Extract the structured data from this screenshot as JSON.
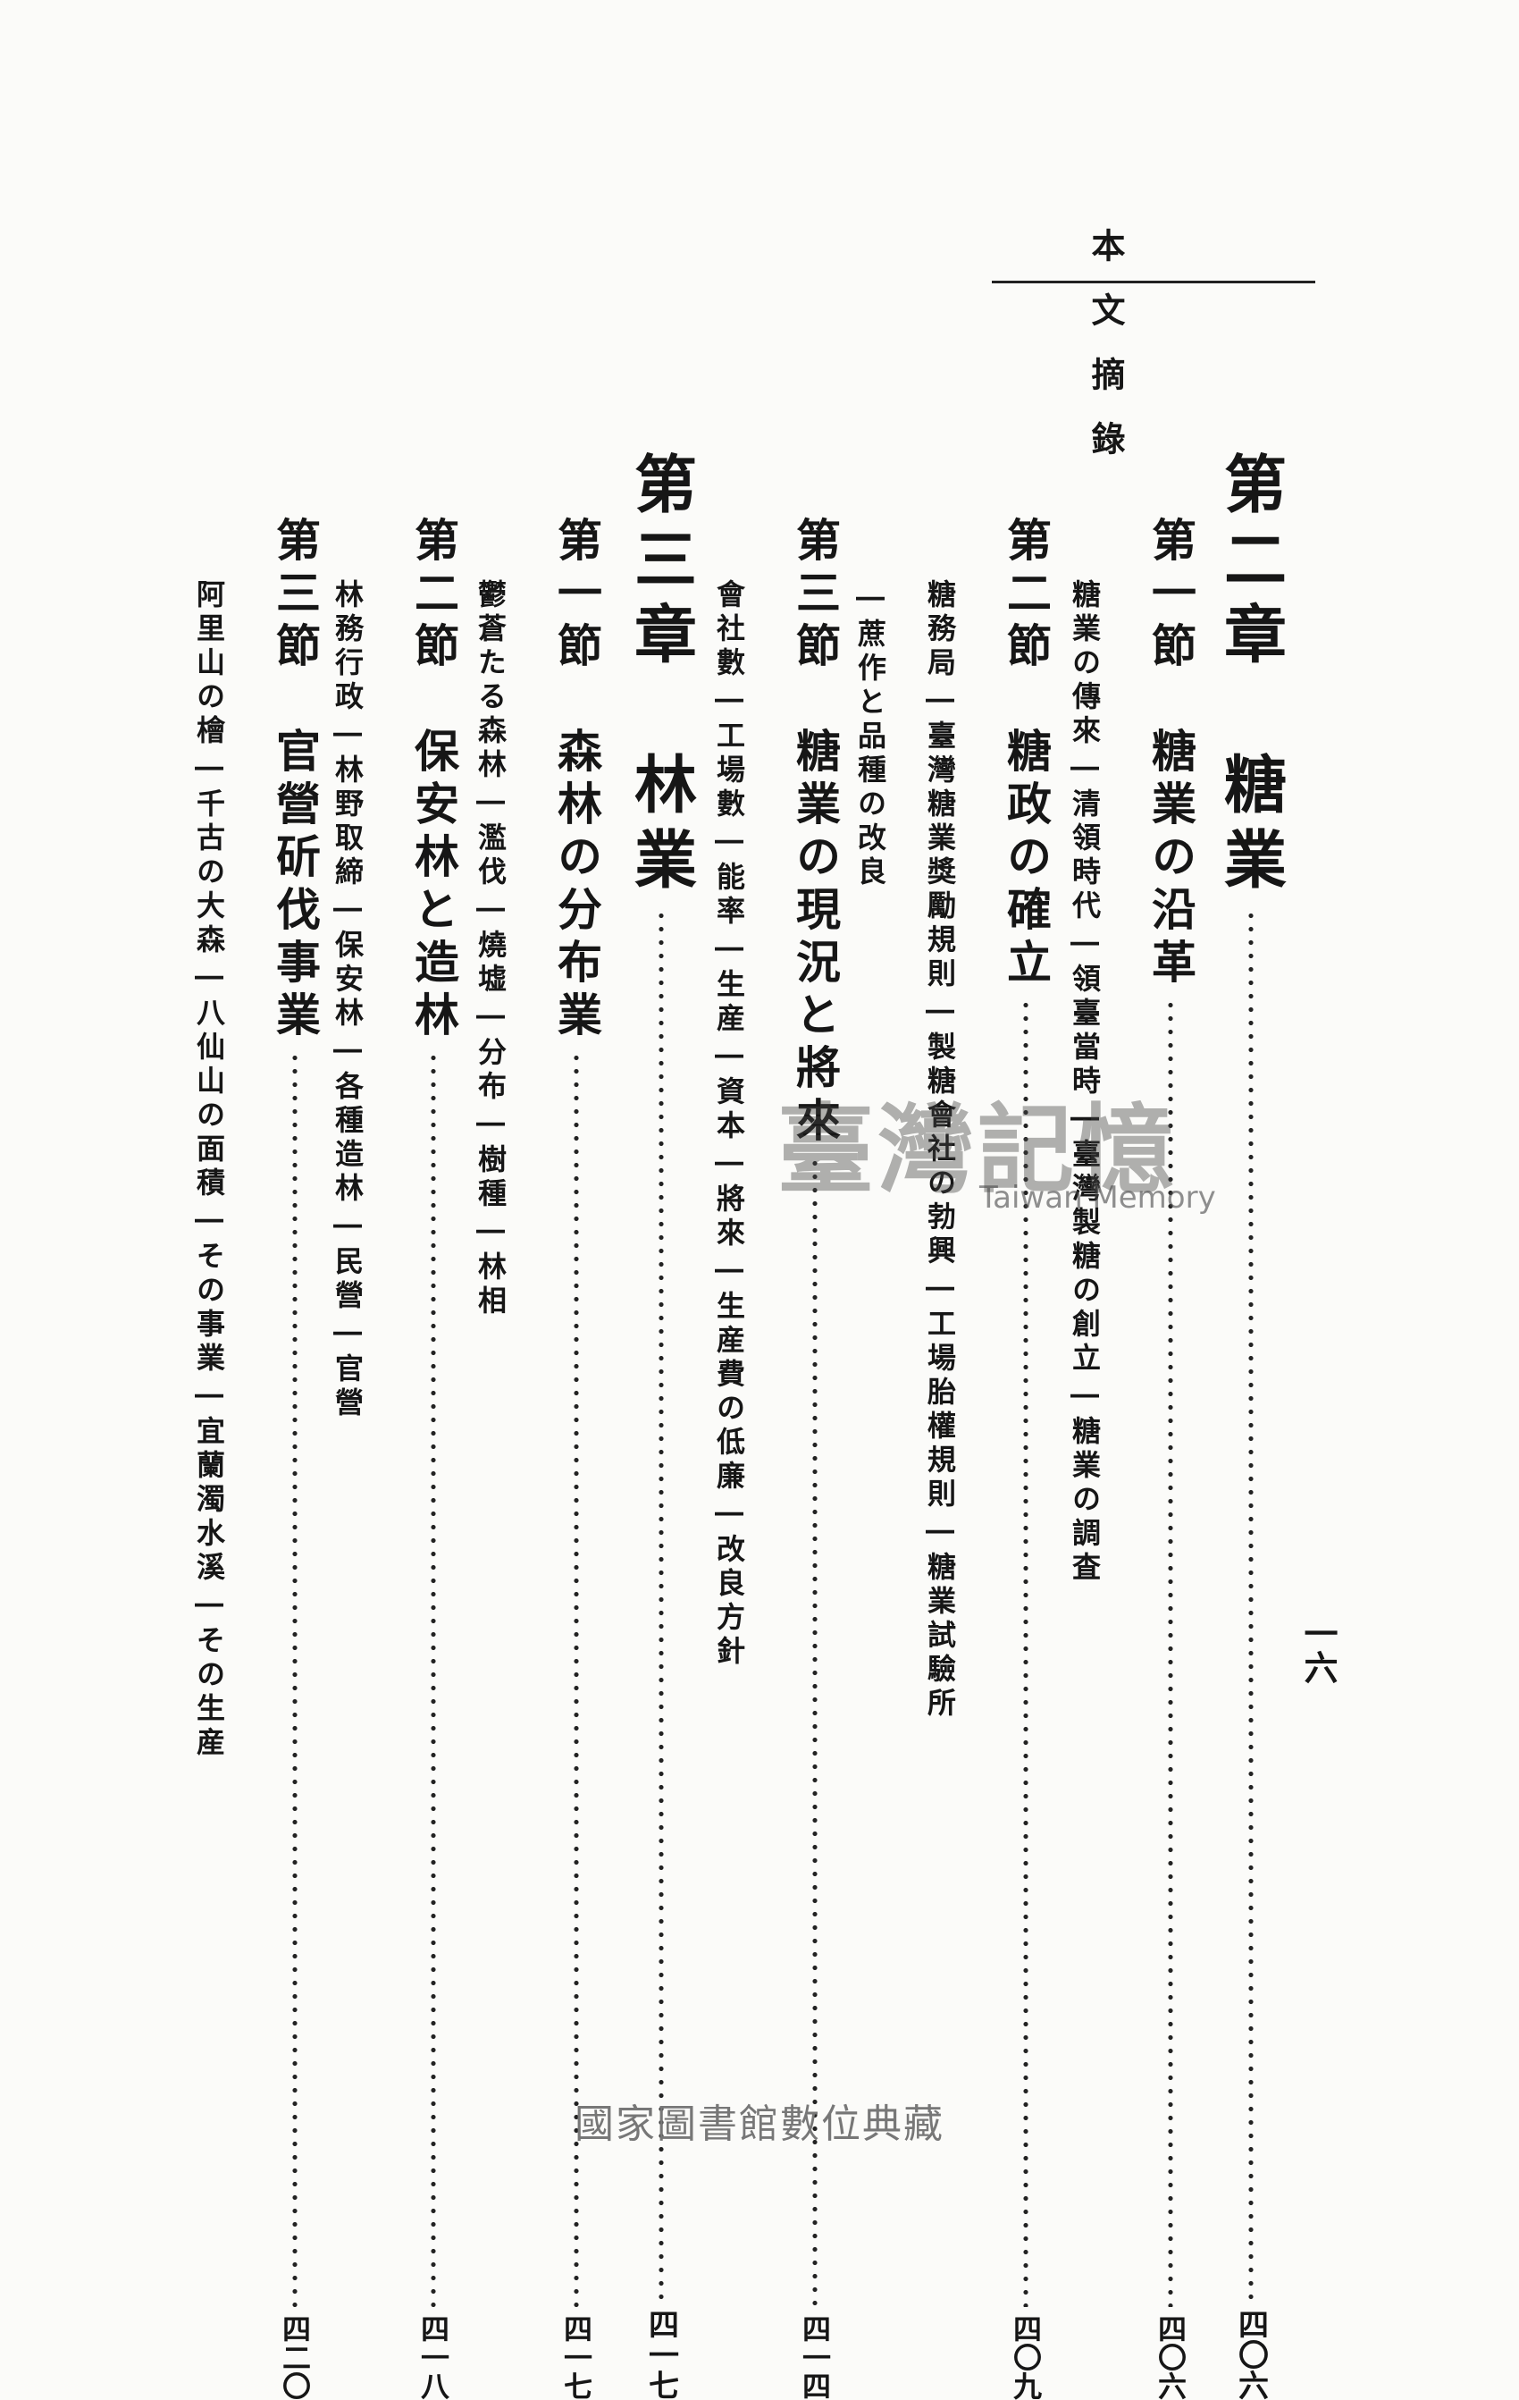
{
  "header": {
    "title": "本文摘錄",
    "page_number": "一六"
  },
  "toc": {
    "ch2": {
      "title": "第二章　糖業",
      "page": "四〇六"
    },
    "ch2_s1": {
      "title": "第一節　糖業の沿革",
      "page": "四〇六",
      "desc": "糖業の傳來―清領時代―領臺當時―臺灣製糖の創立―糖業の調査"
    },
    "ch2_s2": {
      "title": "第二節　糖政の確立",
      "page": "四〇九",
      "desc": "糖務局―臺灣糖業獎勵規則―製糖會社の勃興―工場胎權規則―糖業試驗所",
      "desc2": "―蔗作と品種の改良"
    },
    "ch2_s3": {
      "title": "第三節　糖業の現況と將來",
      "page": "四一四",
      "desc": "會社數―工場數―能率―生産―資本―將來―生産費の低廉―改良方針"
    },
    "ch3": {
      "title": "第三章　林業",
      "page": "四一七"
    },
    "ch3_s1": {
      "title": "第一節　森林の分布業",
      "page": "四一七",
      "desc": "鬱蒼たる森林―濫伐―燒墟―分布―樹種―林相"
    },
    "ch3_s2": {
      "title": "第二節　保安林と造林",
      "page": "四一八",
      "desc": "林務行政―林野取締―保安林―各種造林―民營―官營"
    },
    "ch3_s3": {
      "title": "第三節　官營斫伐事業",
      "page": "四二〇",
      "desc": "阿里山の檜―千古の大森―八仙山の面積―その事業―宜蘭濁水溪―その生産"
    }
  },
  "watermark": {
    "chinese": "臺灣記憶",
    "english": "Taiwan Memory"
  },
  "footer": {
    "text": "國家圖書館數位典藏"
  }
}
